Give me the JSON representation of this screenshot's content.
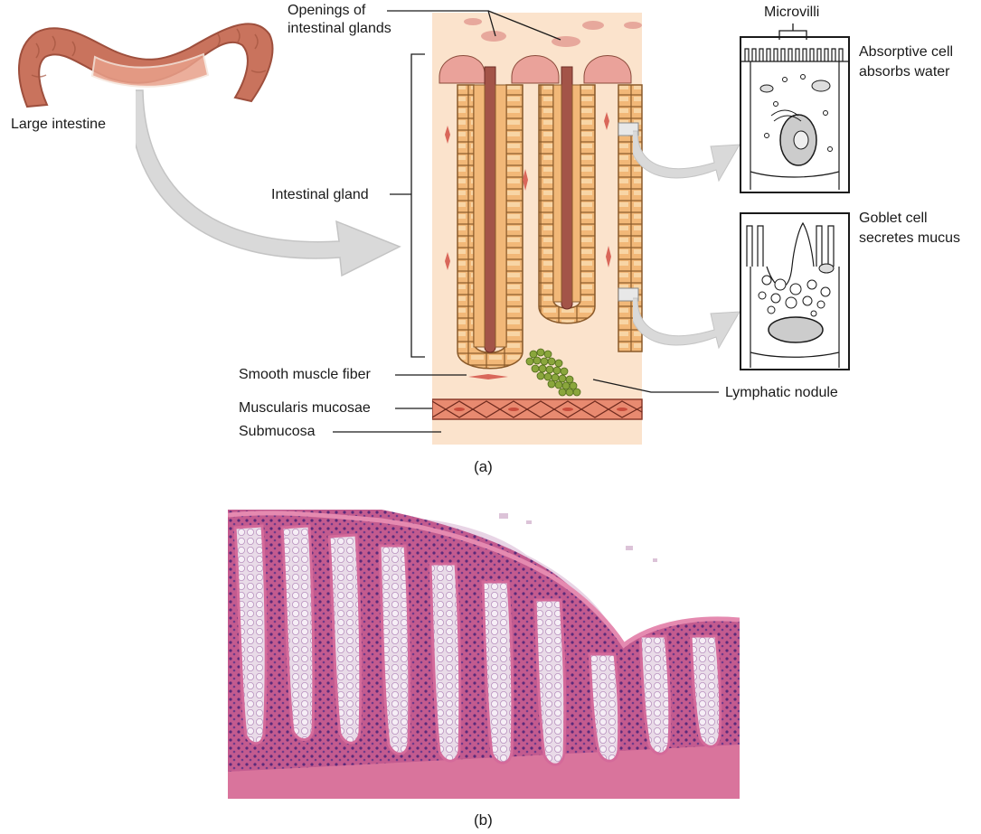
{
  "panel_a": {
    "caption": "(a)",
    "labels": {
      "large_intestine": "Large intestine",
      "openings_line1": "Openings of",
      "openings_line2": "intestinal glands",
      "intestinal_gland": "Intestinal gland",
      "smooth_muscle_fiber": "Smooth muscle fiber",
      "muscularis_mucosae": "Muscularis mucosae",
      "submucosa": "Submucosa",
      "lymphatic_nodule": "Lymphatic nodule",
      "microvilli": "Microvilli",
      "absorptive_line1": "Absorptive cell",
      "absorptive_line2": "absorbs water",
      "goblet_line1": "Goblet cell",
      "goblet_line2": "secretes mucus"
    }
  },
  "panel_b": {
    "caption": "(b)"
  },
  "colors": {
    "tissue_bg": "#fbe3cc",
    "gland_cell": "#f2b878",
    "gland_lumen": "#a35448",
    "intestine": "#c9735d",
    "muscle": "#c84c3c",
    "nodule": "#8aa63c",
    "arrow": "#d7d7d7",
    "histology_pink": "#d9749c",
    "histology_purple": "#7a3c8c"
  }
}
